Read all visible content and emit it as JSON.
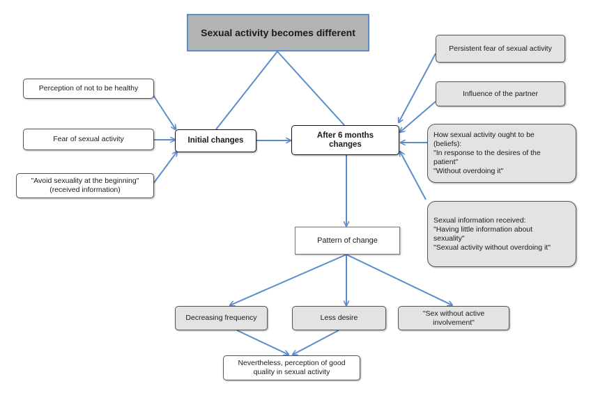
{
  "diagram": {
    "title": "Sexual activity becomes different",
    "left_inputs": [
      {
        "id": "perception",
        "text": "Perception of not to be healthy"
      },
      {
        "id": "fear",
        "text": "Fear of sexual activity"
      },
      {
        "id": "avoid",
        "text": "\"Avoid sexuality at the beginning\"\n(received information)"
      }
    ],
    "initial_changes": "Initial changes",
    "after_six_months": "After 6 months\nchanges",
    "right_inputs": [
      {
        "id": "persistent",
        "text": "Persistent fear of sexual activity"
      },
      {
        "id": "partner",
        "text": "Influence of the partner"
      },
      {
        "id": "beliefs",
        "text": "How sexual activity ought to be\n(beliefs):\n\"In response to the desires of the\npatient\"\n\"Without overdoing it\""
      },
      {
        "id": "information",
        "text": "Sexual information received:\n\"Having little information about\nsexuality\"\n\"Sexual activity without overdoing it\""
      }
    ],
    "pattern_of_change": "Pattern of change",
    "patterns": [
      {
        "id": "frequency",
        "text": "Decreasing frequency"
      },
      {
        "id": "desire",
        "text": "Less desire"
      },
      {
        "id": "involvement",
        "text": "\"Sex without active\ninvolvement\""
      }
    ],
    "outcome": "Nevertheless, perception of good\nquality in sexual activity",
    "colors": {
      "arrow": "#5b8ccb",
      "title_fill": "#b3b3b3",
      "gray_fill": "#e3e3e3"
    }
  }
}
